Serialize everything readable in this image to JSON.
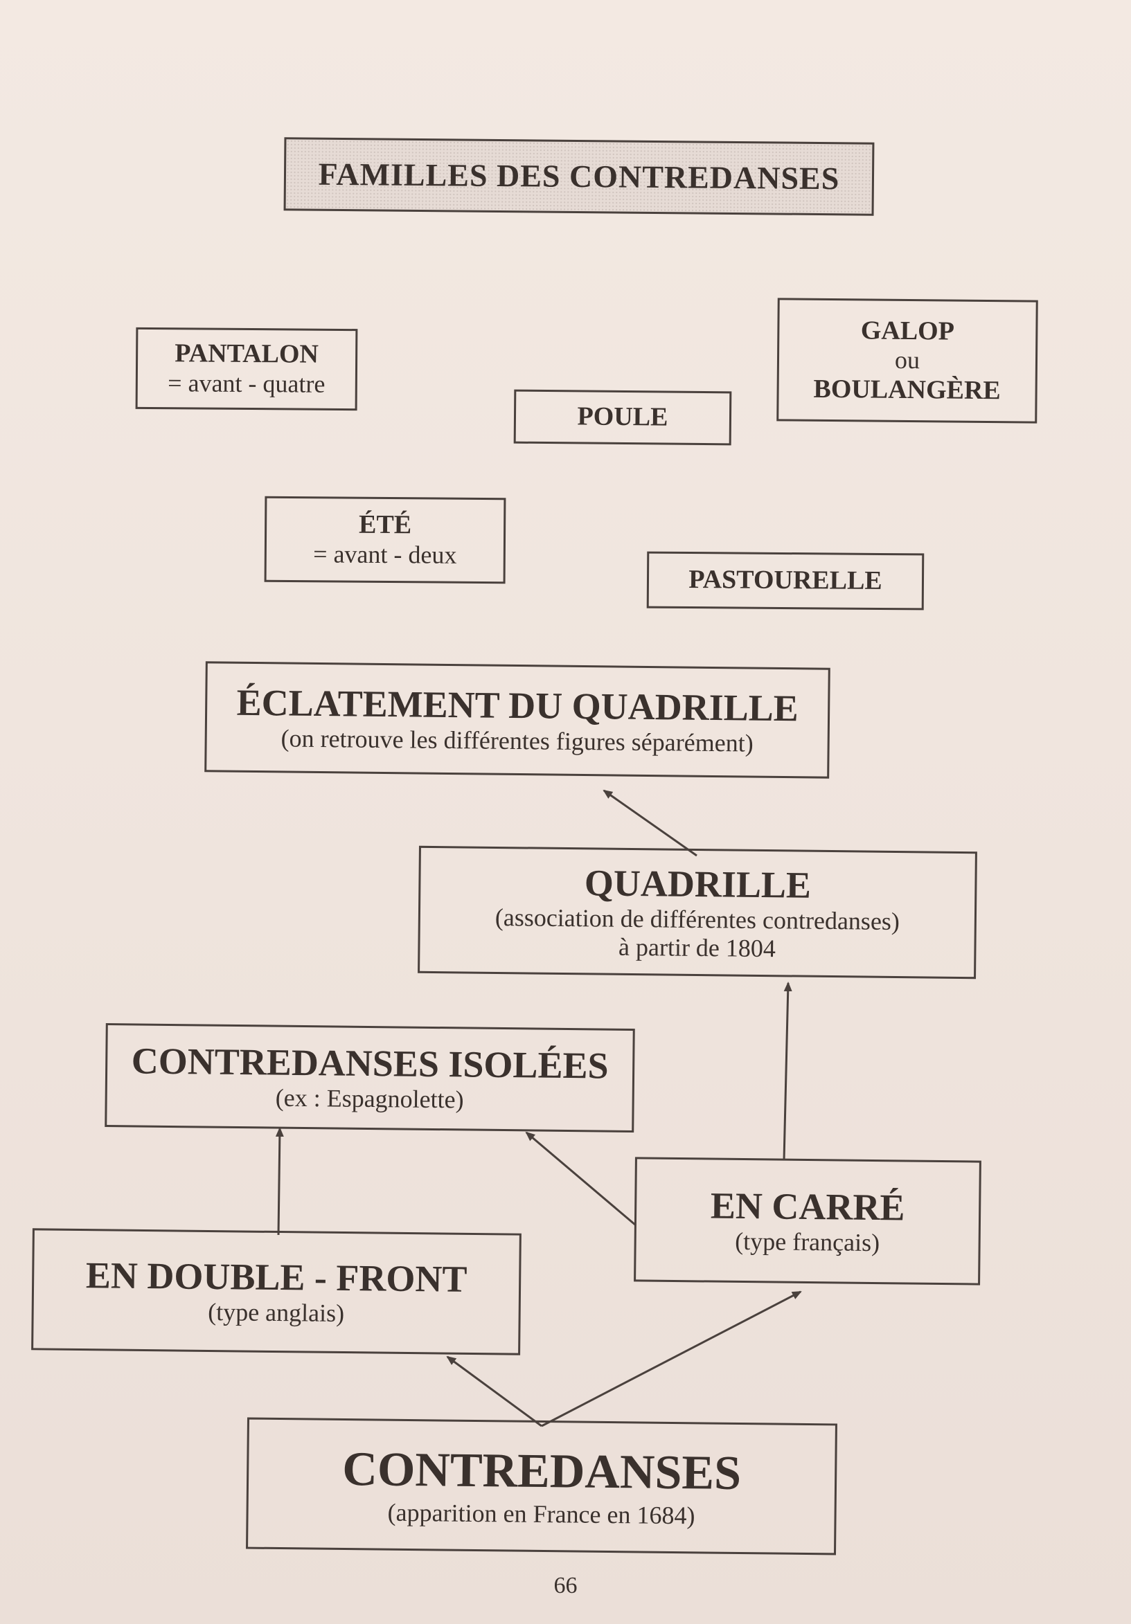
{
  "diagram": {
    "title": "FAMILLES DES CONTREDANSES",
    "nodes": {
      "pantalon": {
        "title": "PANTALON",
        "sub": "= avant - quatre"
      },
      "poule": {
        "title": "POULE"
      },
      "galop": {
        "line1": "GALOP",
        "line2": "ou",
        "line3": "BOULANGÈRE"
      },
      "ete": {
        "title": "ÉTÉ",
        "sub": "= avant - deux"
      },
      "pastourelle": {
        "title": "PASTOURELLE"
      },
      "eclatement": {
        "title": "ÉCLATEMENT DU QUADRILLE",
        "sub": "(on retrouve les différentes figures séparément)"
      },
      "quadrille": {
        "title": "QUADRILLE",
        "sub1": "(association de différentes contredanses)",
        "sub2": "à partir de 1804"
      },
      "isolees": {
        "title": "CONTREDANSES ISOLÉES",
        "sub": "(ex : Espagnolette)"
      },
      "carre": {
        "title": "EN CARRÉ",
        "sub": "(type français)"
      },
      "double": {
        "title": "EN DOUBLE - FRONT",
        "sub": "(type anglais)"
      },
      "contredanses": {
        "title": "CONTREDANSES",
        "sub": "(apparition en France en 1684)"
      }
    },
    "edges": [
      {
        "from": "contredanses",
        "to": "double"
      },
      {
        "from": "contredanses",
        "to": "carre"
      },
      {
        "from": "double",
        "to": "isolees"
      },
      {
        "from": "carre",
        "to": "isolees"
      },
      {
        "from": "carre",
        "to": "quadrille"
      },
      {
        "from": "quadrille",
        "to": "eclatement"
      }
    ]
  },
  "page_number": "66",
  "colors": {
    "ink": "#3a312d",
    "paper": "#efe3dc",
    "line": "#4a413d"
  }
}
